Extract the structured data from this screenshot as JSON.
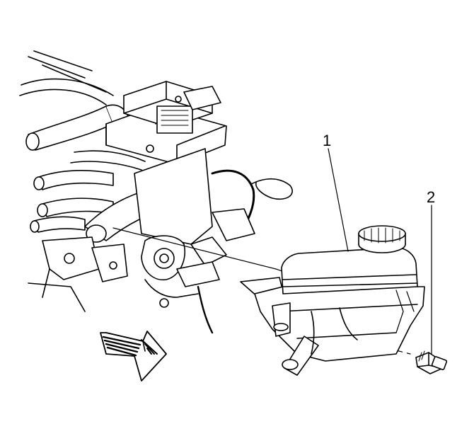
{
  "callouts": [
    {
      "id": "1",
      "label": "1"
    },
    {
      "id": "2",
      "label": "2"
    }
  ],
  "colors": {
    "line": "#000000",
    "fill": "#ffffff",
    "shade": "#000000"
  },
  "icons": {
    "direction_arrow": "front-arrow-icon"
  }
}
